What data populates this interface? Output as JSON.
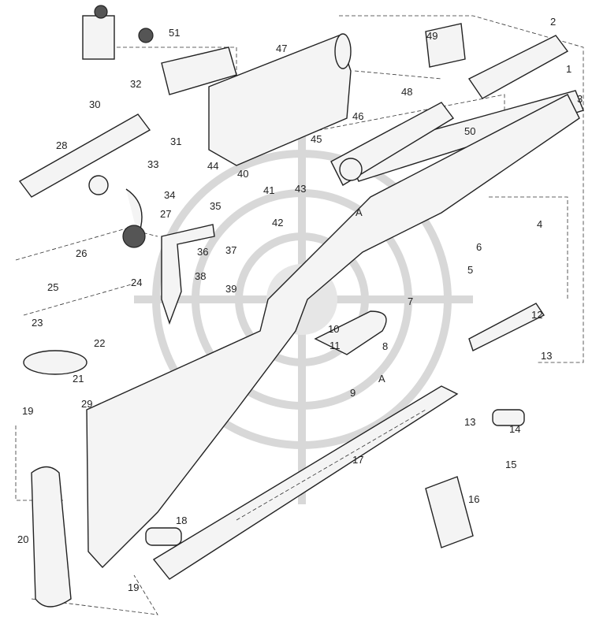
{
  "diagram": {
    "title": "Rifle exploded parts diagram",
    "labels": {
      "p1": "1",
      "p2": "2",
      "p3": "3",
      "p4": "4",
      "p5": "5",
      "p6": "6",
      "p7": "7",
      "p8": "8",
      "p9": "9",
      "p10": "10",
      "p11": "11",
      "p12": "12",
      "p13a": "13",
      "p13b": "13",
      "p14": "14",
      "p15": "15",
      "p16": "16",
      "p17": "17",
      "p18": "18",
      "p19a": "19",
      "p19b": "19",
      "p20": "20",
      "p21": "21",
      "p22": "22",
      "p23": "23",
      "p24": "24",
      "p25": "25",
      "p26": "26",
      "p27": "27",
      "p28": "28",
      "p29": "29",
      "p30": "30",
      "p31": "31",
      "p32": "32",
      "p33": "33",
      "p34": "34",
      "p35": "35",
      "p36": "36",
      "p37": "37",
      "p38": "38",
      "p39": "39",
      "p40": "40",
      "p41": "41",
      "p42": "42",
      "p43": "43",
      "p44": "44",
      "p45": "45",
      "p46": "46",
      "p47": "47",
      "p48": "48",
      "p49": "49",
      "p50": "50",
      "p51": "51",
      "pA1": "A",
      "pA2": "A"
    }
  }
}
